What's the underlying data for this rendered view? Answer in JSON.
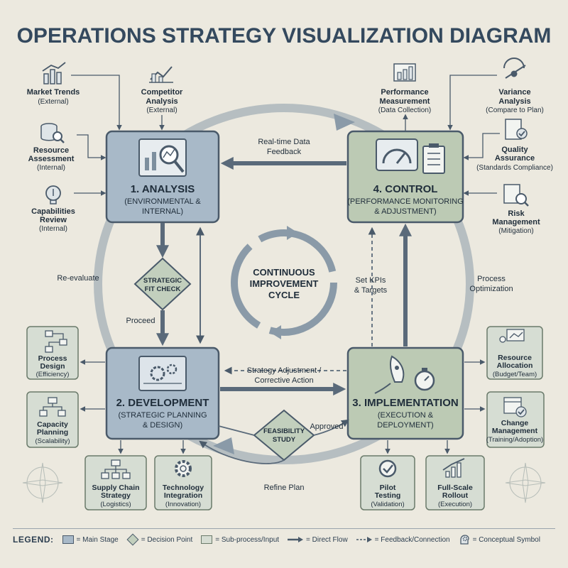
{
  "title": "OPERATIONS STRATEGY VISUALIZATION DIAGRAM",
  "center": [
    "CONTINUOUS",
    "IMPROVEMENT",
    "CYCLE"
  ],
  "stages": {
    "analysis": {
      "title": "1. ANALYSIS",
      "lines": [
        "(ENVIRONMENTAL &",
        "INTERNAL)"
      ]
    },
    "development": {
      "title": "2. DEVELOPMENT",
      "lines": [
        "(STRATEGIC PLANNING",
        "& DESIGN)"
      ]
    },
    "implementation": {
      "title": "3. IMPLEMENTATION",
      "lines": [
        "(EXECUTION &",
        "DEPLOYMENT)"
      ]
    },
    "control": {
      "title": "4. CONTROL",
      "lines": [
        "(PERFORMANCE MONITORING",
        "& ADJUSTMENT)"
      ]
    }
  },
  "decisions": {
    "fit": [
      "STRATEGIC",
      "FIT CHECK"
    ],
    "feasibility": [
      "FEASIBILITY",
      "STUDY"
    ]
  },
  "flow_labels": {
    "realtime": [
      "Real-time Data",
      "Feedback"
    ],
    "reevaluate": [
      "Re-evaluate"
    ],
    "proceed": [
      "Proceed"
    ],
    "set_kpis": [
      "Set KPIs",
      "& Targets"
    ],
    "process_opt": [
      "Process",
      "Optimization"
    ],
    "strategy_adj": [
      "Strategy Adjustment /",
      "Corrective Action"
    ],
    "approved": [
      "Approved"
    ],
    "refine": [
      "Refine Plan"
    ]
  },
  "inputs": {
    "market": {
      "name": [
        "Market Trends"
      ],
      "note": "(External)"
    },
    "competitor": {
      "name": [
        "Competitor",
        "Analysis"
      ],
      "note": "(External)"
    },
    "resource": {
      "name": [
        "Resource",
        "Assessment"
      ],
      "note": "(Internal)"
    },
    "capabilities": {
      "name": [
        "Capabilities",
        "Review"
      ],
      "note": "(Internal)"
    },
    "performance": {
      "name": [
        "Performance",
        "Measurement"
      ],
      "note": "(Data Collection)"
    },
    "variance": {
      "name": [
        "Variance",
        "Analysis"
      ],
      "note": "(Compare to Plan)"
    },
    "quality": {
      "name": [
        "Quality",
        "Assurance"
      ],
      "note": "(Standards Compliance)"
    },
    "risk": {
      "name": [
        "Risk",
        "Management"
      ],
      "note": "(Mitigation)"
    }
  },
  "subprocesses": {
    "process_design": {
      "name": [
        "Process",
        "Design"
      ],
      "note": "(Efficiency)"
    },
    "capacity": {
      "name": [
        "Capacity",
        "Planning"
      ],
      "note": "(Scalability)"
    },
    "supply_chain": {
      "name": [
        "Supply Chain",
        "Strategy"
      ],
      "note": "(Logistics)"
    },
    "technology": {
      "name": [
        "Technology",
        "Integration"
      ],
      "note": "(Innovation)"
    },
    "pilot": {
      "name": [
        "Pilot",
        "Testing"
      ],
      "note": "(Validation)"
    },
    "rollout": {
      "name": [
        "Full-Scale",
        "Rollout"
      ],
      "note": "(Execution)"
    },
    "resource_alloc": {
      "name": [
        "Resource",
        "Allocation"
      ],
      "note": "(Budget/Team)"
    },
    "change_mgmt": {
      "name": [
        "Change",
        "Management"
      ],
      "note": "(Training/Adoption)"
    }
  },
  "legend": {
    "title": "LEGEND:",
    "main": "= Main Stage",
    "decision": "= Decision Point",
    "sub": "= Sub-process/Input",
    "direct": "= Direct Flow",
    "feedback": "= Feedback/Connection",
    "symbol": "= Conceptual Symbol"
  },
  "colors": {
    "background": "#ece9df",
    "stage_blue": "#a8b9c8",
    "stage_green": "#bccab4",
    "subprocess": "#d6ddd3",
    "line": "#4a5a6a",
    "title": "#34495e"
  }
}
